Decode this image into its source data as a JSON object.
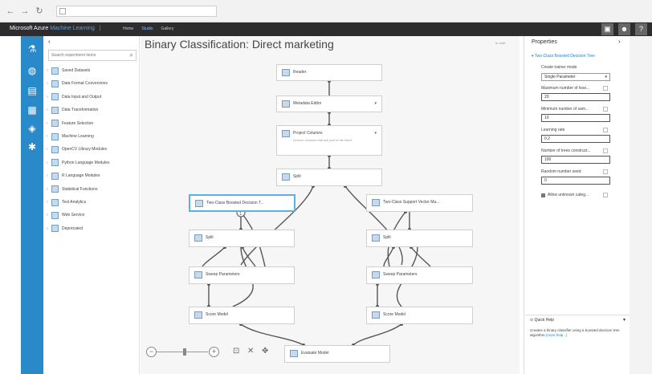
{
  "browser": {
    "back_glyph": "←",
    "forward_glyph": "→",
    "refresh_glyph": "↻"
  },
  "app": {
    "brand": "Microsoft Azure",
    "brand_suffix": "Machine Learning",
    "separator": "|",
    "nav": [
      "Home",
      "Studio",
      "Gallery"
    ],
    "active_nav": "Studio"
  },
  "colors": {
    "accent": "#2a89c8",
    "appbar": "#2d2d30",
    "selected_outline": "#5bb1e6"
  },
  "left_icons": [
    {
      "name": "flask-icon",
      "glyph": "⚗"
    },
    {
      "name": "globe-icon",
      "glyph": "◍"
    },
    {
      "name": "document-icon",
      "glyph": "▤"
    },
    {
      "name": "layers-icon",
      "glyph": "▦"
    },
    {
      "name": "cube-icon",
      "glyph": "◈"
    },
    {
      "name": "gear-icon",
      "glyph": "✱"
    }
  ],
  "palette": {
    "collapse_glyph": "‹",
    "search_placeholder": "Search experiment items",
    "items": [
      "Saved Datasets",
      "Data Format Conversions",
      "Data Input and Output",
      "Data Transformation",
      "Feature Selection",
      "Machine Learning",
      "OpenCV Library Modules",
      "Python Language Modules",
      "R Language Modules",
      "Statistical Functions",
      "Text Analytics",
      "Web Service",
      "Deprecated"
    ]
  },
  "canvas": {
    "title": "Binary Classification: Direct marketing",
    "status": "In draft",
    "nodes": [
      {
        "id": "reader",
        "label": "Reader"
      },
      {
        "id": "metadata",
        "label": "Metadata Editor",
        "has_chevron": true
      },
      {
        "id": "project",
        "label": "Project Columns",
        "desc": "remove columns that are part of the label",
        "has_chevron": true
      },
      {
        "id": "split1",
        "label": "Split"
      },
      {
        "id": "bdt",
        "label": "Two-Class Boosted Decision T...",
        "selected": true
      },
      {
        "id": "svm",
        "label": "Two-Class Support Vector Ma..."
      },
      {
        "id": "splitL",
        "label": "Split"
      },
      {
        "id": "splitR",
        "label": "Split"
      },
      {
        "id": "sweepL",
        "label": "Sweep Parameters"
      },
      {
        "id": "sweepR",
        "label": "Sweep Parameters"
      },
      {
        "id": "scoreL",
        "label": "Score Model"
      },
      {
        "id": "scoreR",
        "label": "Score Model"
      },
      {
        "id": "evaluate",
        "label": "Evaluate Model"
      }
    ],
    "zoom": {
      "zoom_out": "−",
      "zoom_in": "+"
    }
  },
  "properties": {
    "title": "Properties",
    "close_glyph": "›",
    "section": "Two-Class Boosted Decision Tree",
    "trainer_label": "Create trainer mode",
    "trainer_value": "Single Parameter",
    "fields": [
      {
        "label": "Maximum number of leav...",
        "value": "20"
      },
      {
        "label": "Minimum number of sam...",
        "value": "10"
      },
      {
        "label": "Learning rate",
        "value": "0.2"
      },
      {
        "label": "Number of trees construct...",
        "value": "100"
      },
      {
        "label": "Random number seed",
        "value": "0"
      }
    ],
    "checkbox_label": "Allow unknown categ..."
  },
  "quick_help": {
    "title": "Quick Help",
    "text": "Creates a binary classifier using a boosted decision tree algorithm",
    "link": "(more help...)"
  }
}
